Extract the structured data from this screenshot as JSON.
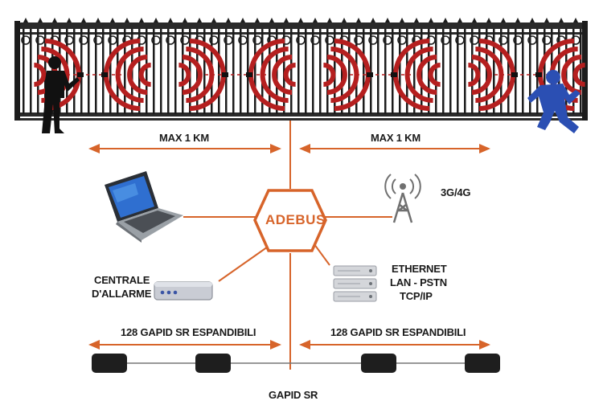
{
  "fence": {
    "left_distance_label": "MAX 1 KM",
    "right_distance_label": "MAX 1 KM"
  },
  "hub": {
    "label": "ADEBUS"
  },
  "nodes": {
    "mobile": {
      "label": "3G/4G",
      "icon": "antenna-tower-icon"
    },
    "laptop": {
      "icon": "laptop-icon"
    },
    "alarm_panel": {
      "label_line1": "CENTRALE",
      "label_line2": "D'ALLARME",
      "icon": "alarm-panel-icon"
    },
    "network": {
      "line1": "ETHERNET",
      "line2": "LAN - PSTN",
      "line3": "TCP/IP",
      "icon": "server-icon"
    }
  },
  "bus": {
    "left_label": "128 GAPID SR ESPANDIBILI",
    "right_label": "128 GAPID SR ESPANDIBILI",
    "device_label": "GAPID SR"
  },
  "colors": {
    "accent": "#d7642a",
    "wave_red": "#b51f1f",
    "fence_dark": "#1c1c1c",
    "intruder_blue": "#2b4fb3"
  }
}
